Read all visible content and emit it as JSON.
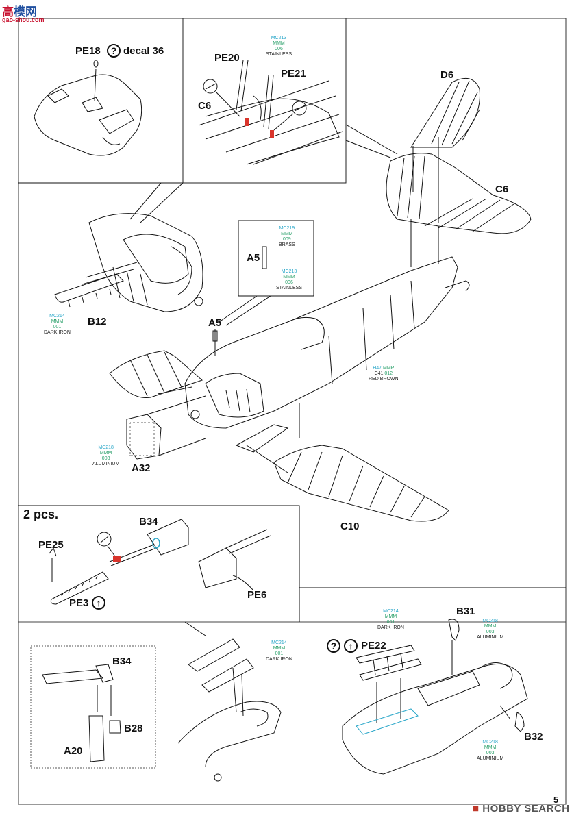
{
  "watermark_top": {
    "glyph": "高",
    "text": "模网",
    "url": "gao-shou.com"
  },
  "watermark_bottom": {
    "brand": "HOBBY SEARCH"
  },
  "page_number": "5",
  "labels": {
    "pe18": "PE18",
    "decal36": "decal 36",
    "pe20": "PE20",
    "pe21": "PE21",
    "c6_top": "C6",
    "d6": "D6",
    "c6_tail": "C6",
    "a5_box": "A5",
    "a5": "A5",
    "b12": "B12",
    "a32": "A32",
    "c10": "C10",
    "two_pcs": "2 pcs.",
    "b34_gun": "B34",
    "pe25": "PE25",
    "pe3": "PE3",
    "pe6": "PE6",
    "b31": "B31",
    "pe22": "PE22",
    "b32": "B32",
    "b34_small": "B34",
    "b28": "B28",
    "a20": "A20"
  },
  "symbols": {
    "question": "?",
    "arrow_up": "↑"
  },
  "paints": {
    "mc213_a": {
      "code": "MC213",
      "mmm": "MMM",
      "num": "006",
      "name": "STAINLESS"
    },
    "mc219": {
      "code": "MC219",
      "mmm": "MMM",
      "num": "009",
      "name": "BRASS"
    },
    "mc213_b": {
      "code": "MC213",
      "mmm": "MMM",
      "num": "006",
      "name": "STAINLESS"
    },
    "mc214_a": {
      "code": "MC214",
      "mmm": "MMM",
      "num": "001",
      "name": "DARK IRON"
    },
    "h47": {
      "code": "H47",
      "mmp": "MMP",
      "c": "C41",
      "num": "012",
      "name": "RED BROWN"
    },
    "mc218_a": {
      "code": "MC218",
      "mmm": "MMM",
      "num": "003",
      "name": "ALUMINIUM"
    },
    "mc214_b": {
      "code": "MC214",
      "mmm": "MMM",
      "num": "001",
      "name": "DARK IRON"
    },
    "mc214_c": {
      "code": "MC214",
      "mmm": "MMM",
      "num": "001",
      "name": "DARK IRON"
    },
    "mc218_b": {
      "code": "MC218",
      "mmm": "MMM",
      "num": "003",
      "name": "ALUMINIUM"
    },
    "mc218_c": {
      "code": "MC218",
      "mmm": "MMM",
      "num": "003",
      "name": "ALUMINIUM"
    }
  },
  "colors": {
    "paint_code": "#2aa7c9",
    "paint_brand": "#2aa06a",
    "watermark_red": "#c8102e",
    "watermark_blue": "#1f4fa0",
    "hs_red": "#c0392b"
  }
}
